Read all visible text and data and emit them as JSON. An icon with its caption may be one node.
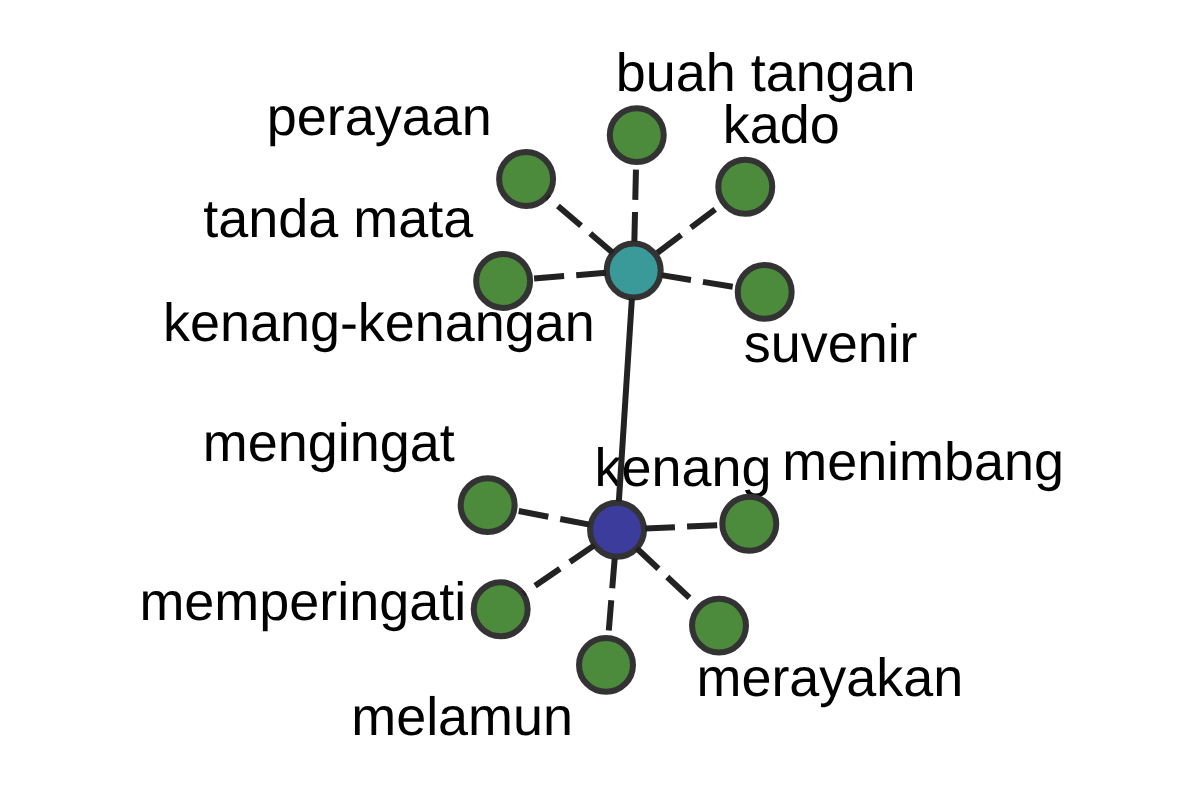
{
  "diagram": {
    "nodes": [
      {
        "text": [
          "kenang-kenangan"
        ]
      },
      {
        "text": [
          "suvenir"
        ]
      },
      {
        "text": [
          "tanda mata"
        ]
      },
      {
        "text": [
          "perayaan"
        ]
      },
      {
        "text": [
          "kado"
        ]
      },
      {
        "text": [
          "buah tangan"
        ]
      },
      {
        "text": [
          "kenang"
        ]
      },
      {
        "text": [
          "menimbang"
        ]
      },
      {
        "text": [
          "mengingat"
        ]
      },
      {
        "text": [
          "melamun"
        ]
      },
      {
        "text": [
          "merayakan"
        ]
      },
      {
        "text": [
          "memperingati"
        ]
      }
    ],
    "edges": [
      {
        "from": 0,
        "to": 1,
        "arrow": "none",
        "style": "dashed"
      },
      {
        "from": 0,
        "to": 2,
        "arrow": "none",
        "style": "dashed"
      },
      {
        "from": 0,
        "to": 3,
        "arrow": "none",
        "style": "dashed"
      },
      {
        "from": 0,
        "to": 4,
        "arrow": "none",
        "style": "dashed"
      },
      {
        "from": 0,
        "to": 5,
        "arrow": "none",
        "style": "dashed"
      },
      {
        "from": 0,
        "to": 6,
        "arrow": "none"
      },
      {
        "from": 6,
        "to": 7,
        "arrow": "none",
        "style": "dashed"
      },
      {
        "from": 6,
        "to": 8,
        "arrow": "none",
        "style": "dashed"
      },
      {
        "from": 6,
        "to": 9,
        "arrow": "none",
        "style": "dashed"
      },
      {
        "from": 6,
        "to": 10,
        "arrow": "none",
        "style": "dashed"
      },
      {
        "from": 6,
        "to": 11,
        "arrow": "none",
        "style": "dashed"
      }
    ]
  }
}
